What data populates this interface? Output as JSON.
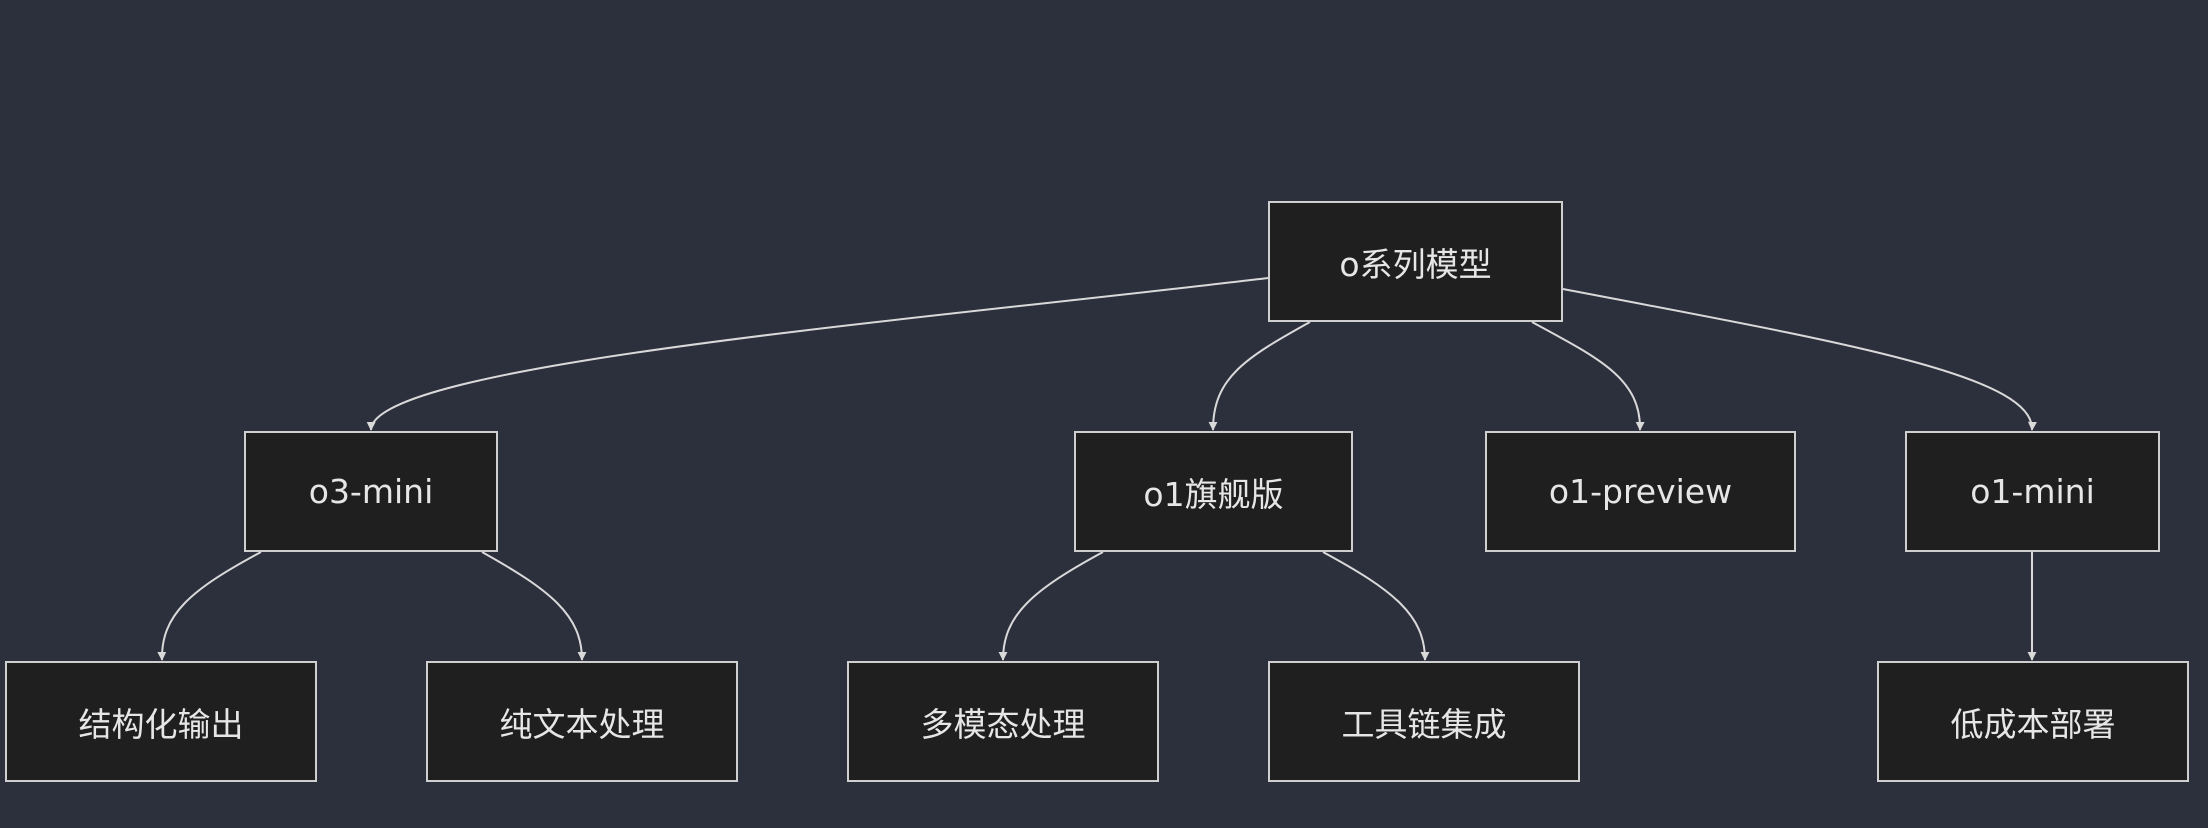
{
  "diagram": {
    "colors": {
      "background": "#2c2f3c",
      "node_fill": "#1f1f1f",
      "node_border": "#cfcfcf",
      "text": "#e6e6e6",
      "edge": "#d9d9d9"
    },
    "nodes": {
      "root": "o系列模型",
      "o3_mini": "o3-mini",
      "o1_flagship": "o1旗舰版",
      "o1_preview": "o1-preview",
      "o1_mini": "o1-mini",
      "structured_output": "结构化输出",
      "plain_text": "纯文本处理",
      "multimodal": "多模态处理",
      "toolchain": "工具链集成",
      "low_cost": "低成本部署"
    },
    "edges": [
      [
        "root",
        "o3_mini"
      ],
      [
        "root",
        "o1_flagship"
      ],
      [
        "root",
        "o1_preview"
      ],
      [
        "root",
        "o1_mini"
      ],
      [
        "o3_mini",
        "structured_output"
      ],
      [
        "o3_mini",
        "plain_text"
      ],
      [
        "o1_flagship",
        "multimodal"
      ],
      [
        "o1_flagship",
        "toolchain"
      ],
      [
        "o1_mini",
        "low_cost"
      ]
    ]
  }
}
